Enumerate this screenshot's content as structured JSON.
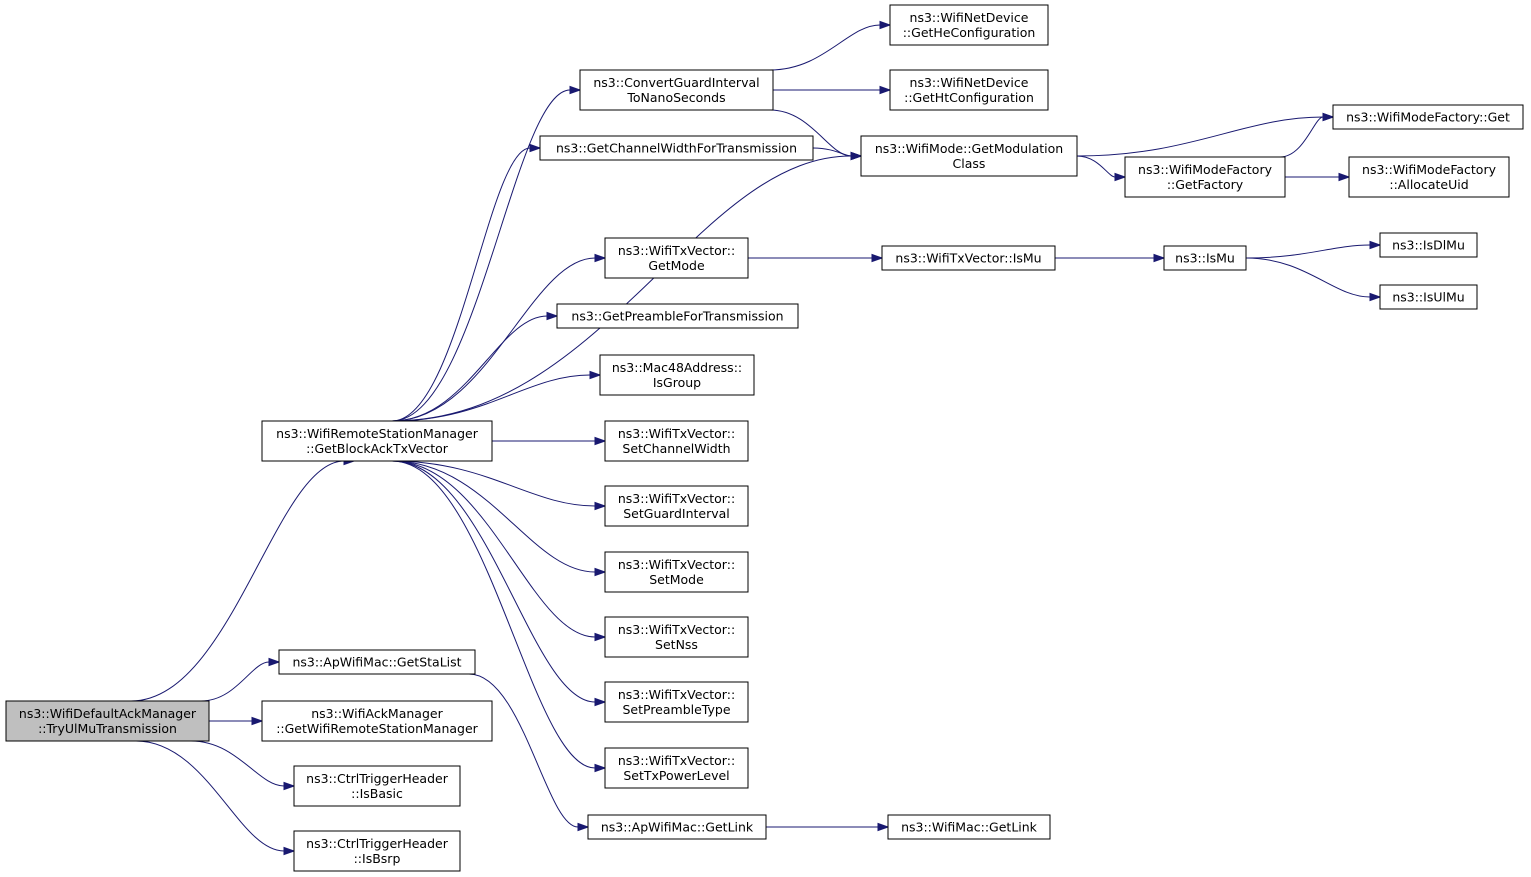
{
  "graph": {
    "kind": "call-graph",
    "colors": {
      "edge": "#191970",
      "root_fill": "#bfbfbf",
      "node_fill": "#ffffff",
      "border": "#000000"
    },
    "nodes": [
      {
        "id": "root",
        "lines": [
          "ns3::WifiDefaultAckManager",
          "::TryUlMuTransmission"
        ],
        "root": true
      },
      {
        "id": "getBlockAck",
        "lines": [
          "ns3::WifiRemoteStationManager",
          "::GetBlockAckTxVector"
        ]
      },
      {
        "id": "getStaList",
        "lines": [
          "ns3::ApWifiMac::GetStaList"
        ]
      },
      {
        "id": "getWrsm",
        "lines": [
          "ns3::WifiAckManager",
          "::GetWifiRemoteStationManager"
        ]
      },
      {
        "id": "isBasic",
        "lines": [
          "ns3::CtrlTriggerHeader",
          "::IsBasic"
        ]
      },
      {
        "id": "isBsrp",
        "lines": [
          "ns3::CtrlTriggerHeader",
          "::IsBsrp"
        ]
      },
      {
        "id": "convertGI",
        "lines": [
          "ns3::ConvertGuardInterval",
          "ToNanoSeconds"
        ]
      },
      {
        "id": "getChanWidth",
        "lines": [
          "ns3::GetChannelWidthForTransmission"
        ]
      },
      {
        "id": "txGetMode",
        "lines": [
          "ns3::WifiTxVector::",
          "GetMode"
        ]
      },
      {
        "id": "getPreamble",
        "lines": [
          "ns3::GetPreambleForTransmission"
        ]
      },
      {
        "id": "isGroup",
        "lines": [
          "ns3::Mac48Address::",
          "IsGroup"
        ]
      },
      {
        "id": "setChanWidth",
        "lines": [
          "ns3::WifiTxVector::",
          "SetChannelWidth"
        ]
      },
      {
        "id": "setGI",
        "lines": [
          "ns3::WifiTxVector::",
          "SetGuardInterval"
        ]
      },
      {
        "id": "setMode",
        "lines": [
          "ns3::WifiTxVector::",
          "SetMode"
        ]
      },
      {
        "id": "setNss",
        "lines": [
          "ns3::WifiTxVector::",
          "SetNss"
        ]
      },
      {
        "id": "setPreamble",
        "lines": [
          "ns3::WifiTxVector::",
          "SetPreambleType"
        ]
      },
      {
        "id": "setTxPower",
        "lines": [
          "ns3::WifiTxVector::",
          "SetTxPowerLevel"
        ]
      },
      {
        "id": "apGetLink",
        "lines": [
          "ns3::ApWifiMac::GetLink"
        ]
      },
      {
        "id": "macGetLink",
        "lines": [
          "ns3::WifiMac::GetLink"
        ]
      },
      {
        "id": "getHeConf",
        "lines": [
          "ns3::WifiNetDevice",
          "::GetHeConfiguration"
        ]
      },
      {
        "id": "getHtConf",
        "lines": [
          "ns3::WifiNetDevice",
          "::GetHtConfiguration"
        ]
      },
      {
        "id": "getModClass",
        "lines": [
          "ns3::WifiMode::GetModulation",
          "Class"
        ]
      },
      {
        "id": "txIsMu",
        "lines": [
          "ns3::WifiTxVector::IsMu"
        ]
      },
      {
        "id": "isMu",
        "lines": [
          "ns3::IsMu"
        ]
      },
      {
        "id": "isDlMu",
        "lines": [
          "ns3::IsDlMu"
        ]
      },
      {
        "id": "isUlMu",
        "lines": [
          "ns3::IsUlMu"
        ]
      },
      {
        "id": "factoryGet",
        "lines": [
          "ns3::WifiModeFactory::Get"
        ]
      },
      {
        "id": "getFactory",
        "lines": [
          "ns3::WifiModeFactory",
          "::GetFactory"
        ]
      },
      {
        "id": "allocUid",
        "lines": [
          "ns3::WifiModeFactory",
          "::AllocateUid"
        ]
      }
    ],
    "edges": [
      [
        "root",
        "getBlockAck"
      ],
      [
        "root",
        "getStaList"
      ],
      [
        "root",
        "getWrsm"
      ],
      [
        "root",
        "isBasic"
      ],
      [
        "root",
        "isBsrp"
      ],
      [
        "getBlockAck",
        "convertGI"
      ],
      [
        "getBlockAck",
        "getChanWidth"
      ],
      [
        "getBlockAck",
        "getModClass"
      ],
      [
        "getBlockAck",
        "txGetMode"
      ],
      [
        "getBlockAck",
        "getPreamble"
      ],
      [
        "getBlockAck",
        "isGroup"
      ],
      [
        "getBlockAck",
        "setChanWidth"
      ],
      [
        "getBlockAck",
        "setGI"
      ],
      [
        "getBlockAck",
        "setMode"
      ],
      [
        "getBlockAck",
        "setNss"
      ],
      [
        "getBlockAck",
        "setPreamble"
      ],
      [
        "getBlockAck",
        "setTxPower"
      ],
      [
        "getStaList",
        "apGetLink"
      ],
      [
        "apGetLink",
        "macGetLink"
      ],
      [
        "convertGI",
        "getHeConf"
      ],
      [
        "convertGI",
        "getHtConf"
      ],
      [
        "convertGI",
        "getModClass"
      ],
      [
        "getChanWidth",
        "getModClass"
      ],
      [
        "getModClass",
        "factoryGet"
      ],
      [
        "getModClass",
        "getFactory"
      ],
      [
        "getFactory",
        "factoryGet"
      ],
      [
        "getFactory",
        "allocUid"
      ],
      [
        "txGetMode",
        "txIsMu"
      ],
      [
        "txIsMu",
        "isMu"
      ],
      [
        "isMu",
        "isDlMu"
      ],
      [
        "isMu",
        "isUlMu"
      ]
    ]
  }
}
